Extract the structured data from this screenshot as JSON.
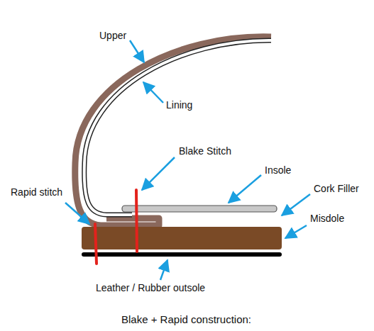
{
  "diagram": {
    "caption": "Blake + Rapid construction:",
    "labels": [
      "Upper",
      "Lining",
      "Blake Stitch",
      "Insole",
      "Cork Filler",
      "Misdole",
      "Rapid stitch",
      "Leather / Rubber outsole"
    ]
  }
}
